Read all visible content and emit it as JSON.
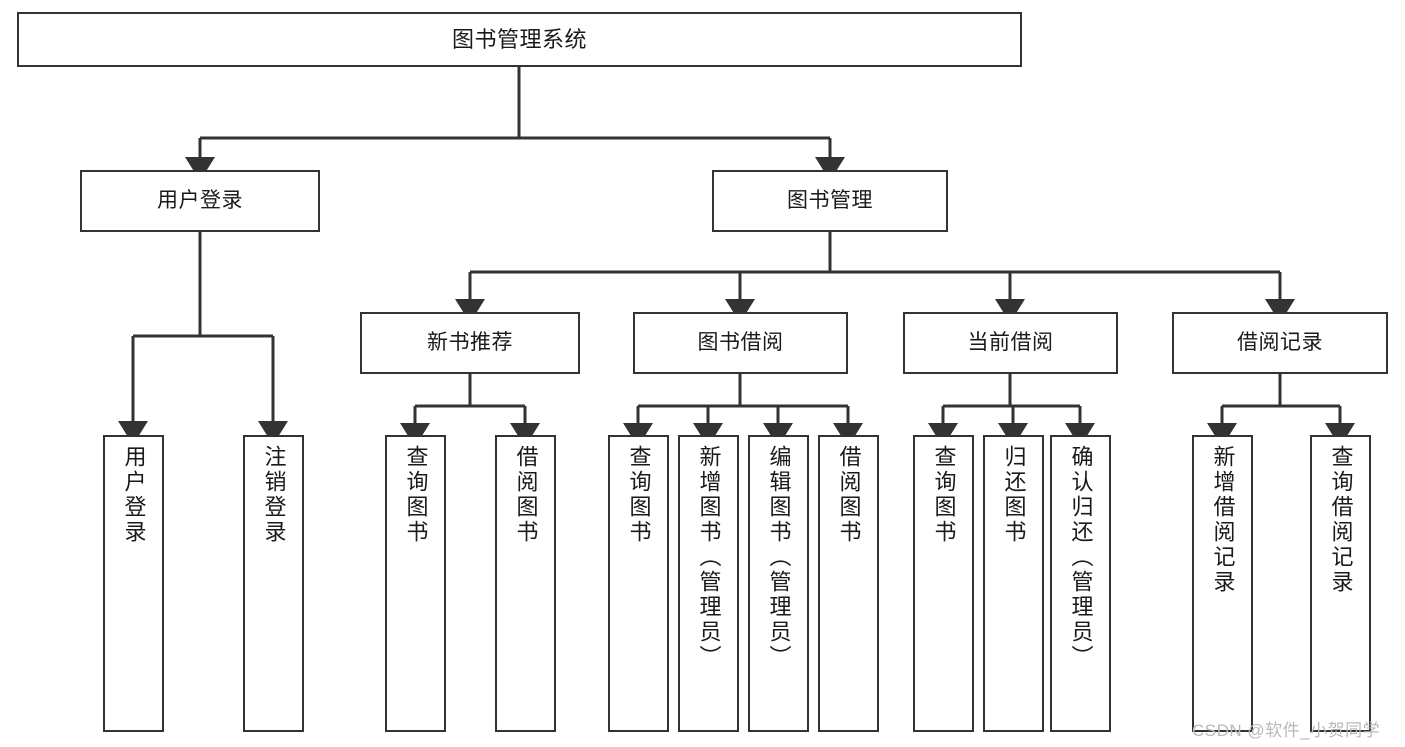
{
  "diagram": {
    "title": "图书管理系统",
    "type": "tree",
    "nodes": {
      "root": {
        "label": "图书管理系统"
      },
      "level1": [
        {
          "id": "user-login",
          "label": "用户登录"
        },
        {
          "id": "book-management",
          "label": "图书管理"
        }
      ],
      "level2": [
        {
          "id": "new-book-recommend",
          "label": "新书推荐"
        },
        {
          "id": "book-borrow",
          "label": "图书借阅"
        },
        {
          "id": "current-borrow",
          "label": "当前借阅"
        },
        {
          "id": "borrow-record",
          "label": "借阅记录"
        }
      ],
      "leaves": {
        "user_login": [
          {
            "id": "leaf-user-login",
            "label": "用户登录"
          },
          {
            "id": "leaf-logout-login",
            "label": "注销登录"
          }
        ],
        "new_book_recommend": [
          {
            "id": "leaf-query-book-1",
            "label": "查询图书"
          },
          {
            "id": "leaf-borrow-book-1",
            "label": "借阅图书"
          }
        ],
        "book_borrow": [
          {
            "id": "leaf-query-book-2",
            "label": "查询图书"
          },
          {
            "id": "leaf-add-book",
            "label": "新增图书（管理员）"
          },
          {
            "id": "leaf-edit-book",
            "label": "编辑图书（管理员）"
          },
          {
            "id": "leaf-borrow-book-2",
            "label": "借阅图书"
          }
        ],
        "current_borrow": [
          {
            "id": "leaf-query-book-3",
            "label": "查询图书"
          },
          {
            "id": "leaf-return-book",
            "label": "归还图书"
          },
          {
            "id": "leaf-confirm-return",
            "label": "确认归还（管理员）"
          }
        ],
        "borrow_record": [
          {
            "id": "leaf-add-borrow-record",
            "label": "新增借阅记录"
          },
          {
            "id": "leaf-query-borrow-record",
            "label": "查询借阅记录"
          }
        ]
      }
    },
    "colors": {
      "stroke": "#333333",
      "fill": "#ffffff",
      "text": "#1a1a1a",
      "watermark": "#b9b9b9"
    }
  },
  "watermark": {
    "text": "CSDN @软件_小贺同学"
  }
}
